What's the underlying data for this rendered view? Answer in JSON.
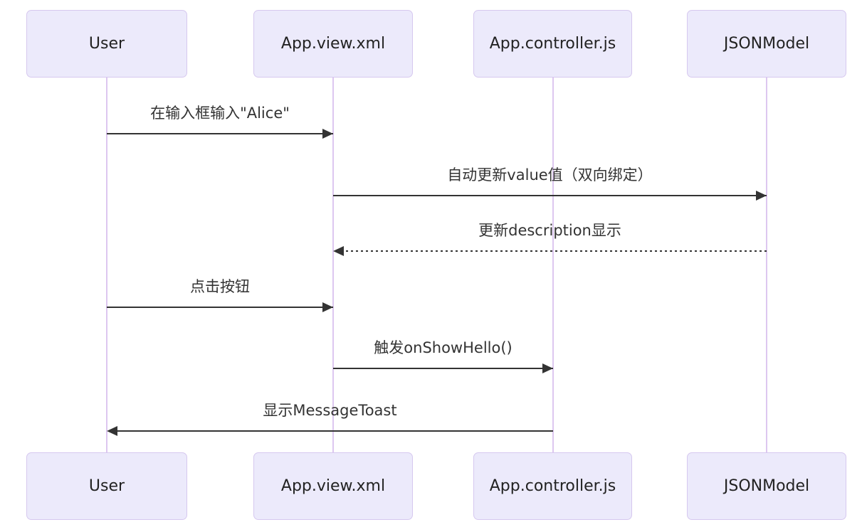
{
  "diagram": {
    "type": "sequence-diagram",
    "colors": {
      "background": "#ffffff",
      "actor_fill": "#eceafb",
      "actor_border": "#d6c8ef",
      "lifeline": "#ddc7f0",
      "arrow": "#333333",
      "text": "#333333"
    },
    "actors": [
      {
        "label": "User"
      },
      {
        "label": "App.view.xml"
      },
      {
        "label": "App.controller.js"
      },
      {
        "label": "JSONModel"
      }
    ],
    "messages": [
      {
        "text": "在输入框输入\"Alice\"",
        "from": "User",
        "to": "App.view.xml",
        "line": "solid",
        "direction": "right"
      },
      {
        "text": "自动更新value值（双向绑定）",
        "from": "App.view.xml",
        "to": "JSONModel",
        "line": "solid",
        "direction": "right"
      },
      {
        "text": "更新description显示",
        "from": "JSONModel",
        "to": "App.view.xml",
        "line": "dashed",
        "direction": "left"
      },
      {
        "text": "点击按钮",
        "from": "User",
        "to": "App.view.xml",
        "line": "solid",
        "direction": "right"
      },
      {
        "text": "触发onShowHello()",
        "from": "App.view.xml",
        "to": "App.controller.js",
        "line": "solid",
        "direction": "right"
      },
      {
        "text": "显示MessageToast",
        "from": "App.controller.js",
        "to": "User",
        "line": "solid",
        "direction": "left"
      }
    ]
  }
}
